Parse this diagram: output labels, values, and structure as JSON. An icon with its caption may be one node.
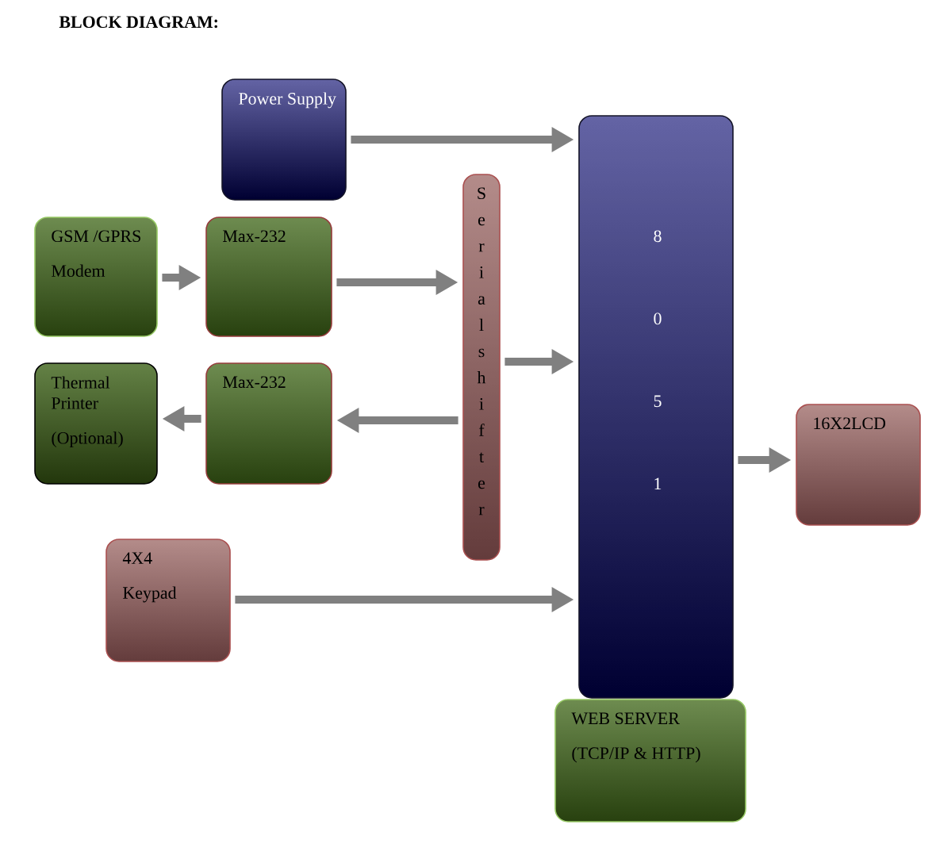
{
  "diagram": {
    "title": "BLOCK DIAGRAM:",
    "nodes": [
      {
        "text": [
          "Power Supply"
        ]
      },
      {
        "text": [
          "GSM /GPRS",
          "Modem"
        ]
      },
      {
        "text": [
          "Max-232"
        ]
      },
      {
        "text": [
          "Thermal Printer",
          "(Optional)"
        ]
      },
      {
        "text": [
          "Max-232"
        ]
      },
      {
        "text": [
          "Serial shifter"
        ]
      },
      {
        "text": [
          "4X4",
          "Keypad"
        ]
      },
      {
        "text": [
          "8051"
        ]
      },
      {
        "text": [
          "16X2LCD"
        ]
      },
      {
        "text": [
          "WEB SERVER",
          "(TCP/IP & HTTP)"
        ]
      }
    ],
    "edges": [
      {
        "from": 0,
        "to": 7,
        "arrow": "to"
      },
      {
        "from": 1,
        "to": 2,
        "arrow": "to"
      },
      {
        "from": 2,
        "to": 5,
        "arrow": "to"
      },
      {
        "from": 5,
        "to": 7,
        "arrow": "to"
      },
      {
        "from": 5,
        "to": 4,
        "arrow": "to"
      },
      {
        "from": 4,
        "to": 3,
        "arrow": "to"
      },
      {
        "from": 6,
        "to": 7,
        "arrow": "to"
      },
      {
        "from": 7,
        "to": 8,
        "arrow": "to"
      }
    ]
  }
}
